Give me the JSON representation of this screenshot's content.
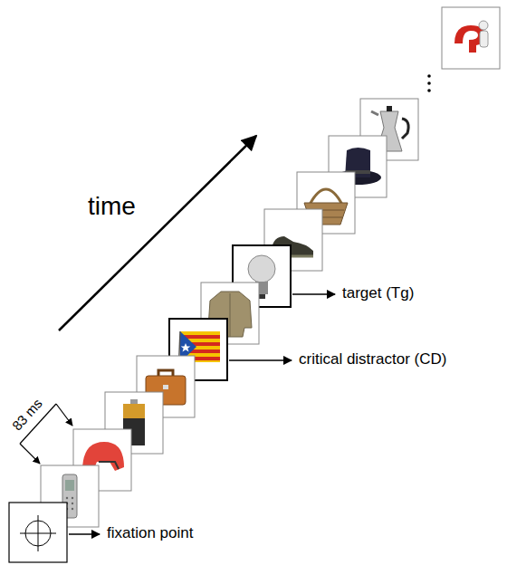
{
  "diagram": {
    "labels": [
      "time",
      "83 ms",
      "target (Tg)",
      "critical distractor (CD)",
      "fixation point"
    ]
  }
}
